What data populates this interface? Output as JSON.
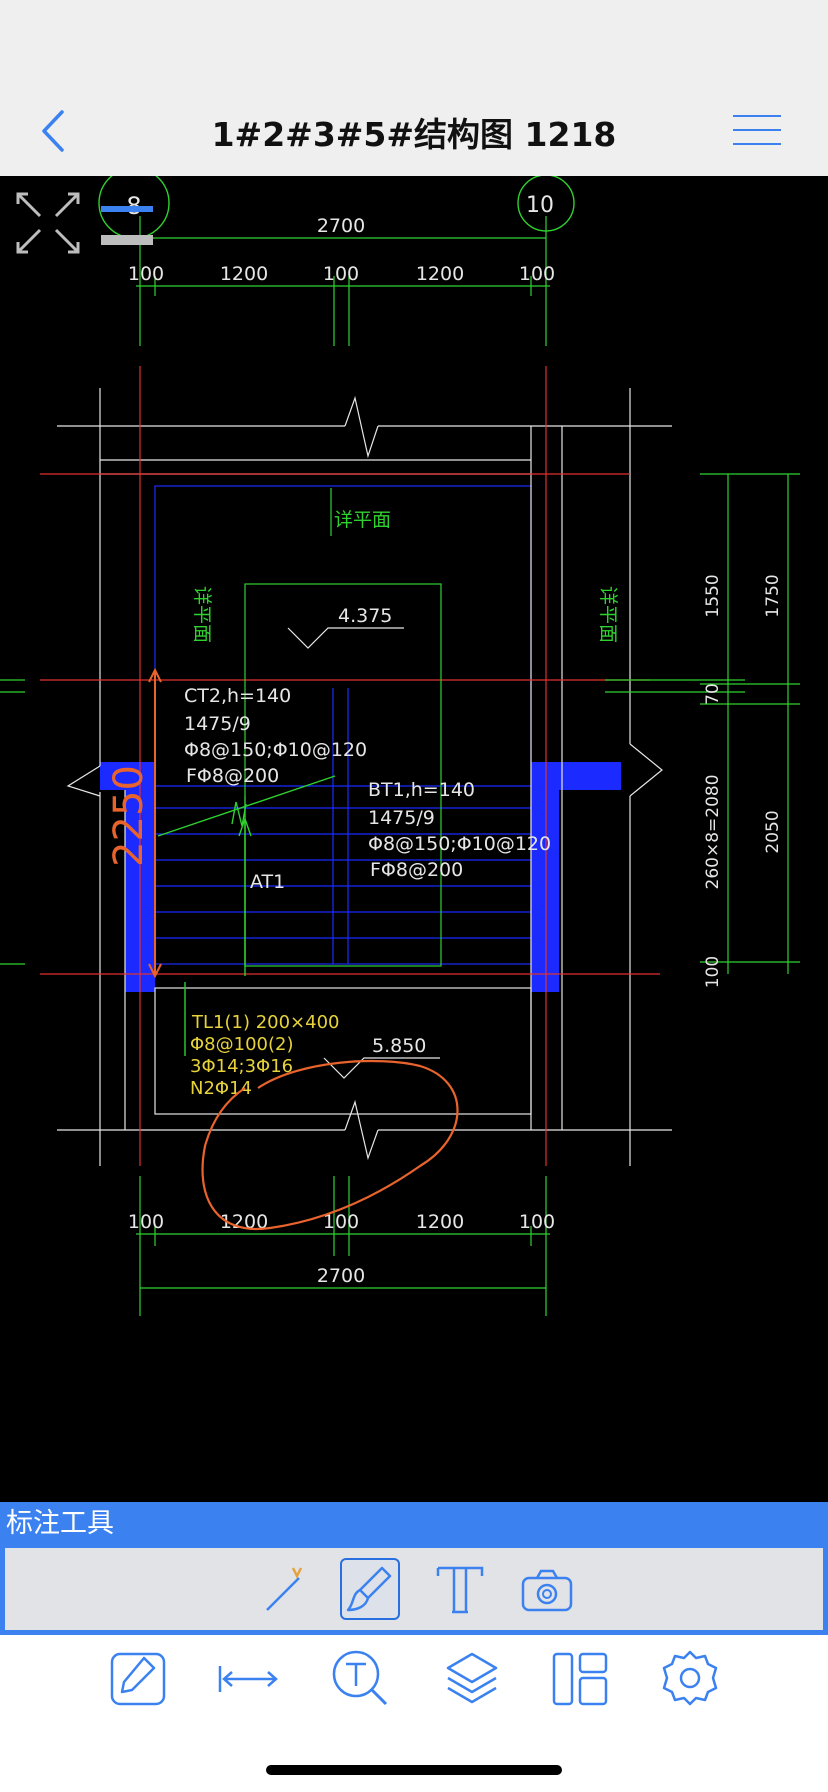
{
  "header": {
    "title": "1#2#3#5#结构图 1218",
    "back_icon": "chevron-left-icon",
    "menu_icon": "hamburger-menu-icon"
  },
  "drawing": {
    "axis_labels": [
      "8",
      "10"
    ],
    "dims_top_total": "2700",
    "dims_top": [
      "100",
      "1200",
      "100",
      "1200",
      "100"
    ],
    "dims_bottom": [
      "100",
      "1200",
      "100",
      "1200",
      "100"
    ],
    "dims_bottom_total": "2700",
    "note_top": "详平面",
    "note_left": "详平面",
    "note_right": "详平面",
    "elev_top": "4.375",
    "elev_bottom": "5.850",
    "ct2": [
      "CT2,h=140",
      "1475/9",
      "Φ8@150;Φ10@120",
      "FΦ8@200"
    ],
    "bt1": [
      "BT1,h=140",
      "1475/9",
      "Φ8@150;Φ10@120",
      "FΦ8@200"
    ],
    "at1": "AT1",
    "tl1": [
      "TL1(1) 200×400",
      "Φ8@100(2)",
      "3Φ14;3Φ16",
      "N2Φ14"
    ],
    "markup_dim": "2250",
    "right_dims": [
      "1550",
      "1750",
      "70",
      "260×8=2080",
      "2050",
      "100"
    ]
  },
  "annotation_tools": {
    "title": "标注工具",
    "tools": [
      "line-tool-icon",
      "brush-tool-icon",
      "text-tool-icon",
      "camera-icon"
    ],
    "active": "brush-tool-icon"
  },
  "bottom_nav": {
    "items": [
      "edit-icon",
      "measure-icon",
      "search-text-icon",
      "layers-icon",
      "layout-icon",
      "settings-icon"
    ]
  },
  "colors": {
    "accent": "#3b82f0",
    "cad_green": "#2fd12f",
    "cad_red": "#e03030",
    "cad_blue": "#1b2bff",
    "markup_orange": "#e8642c"
  }
}
